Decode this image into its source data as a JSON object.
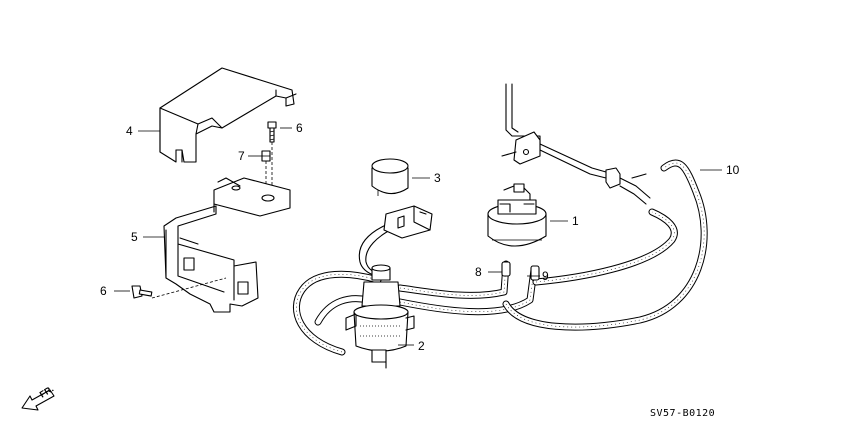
{
  "callouts": {
    "c1": "1",
    "c2": "2",
    "c3": "3",
    "c4": "4",
    "c5": "5",
    "c6a": "6",
    "c6b": "6",
    "c7": "7",
    "c8": "8",
    "c9": "9",
    "c10": "10"
  },
  "diagram_code": "SV57-B0120",
  "direction_label": "FR."
}
